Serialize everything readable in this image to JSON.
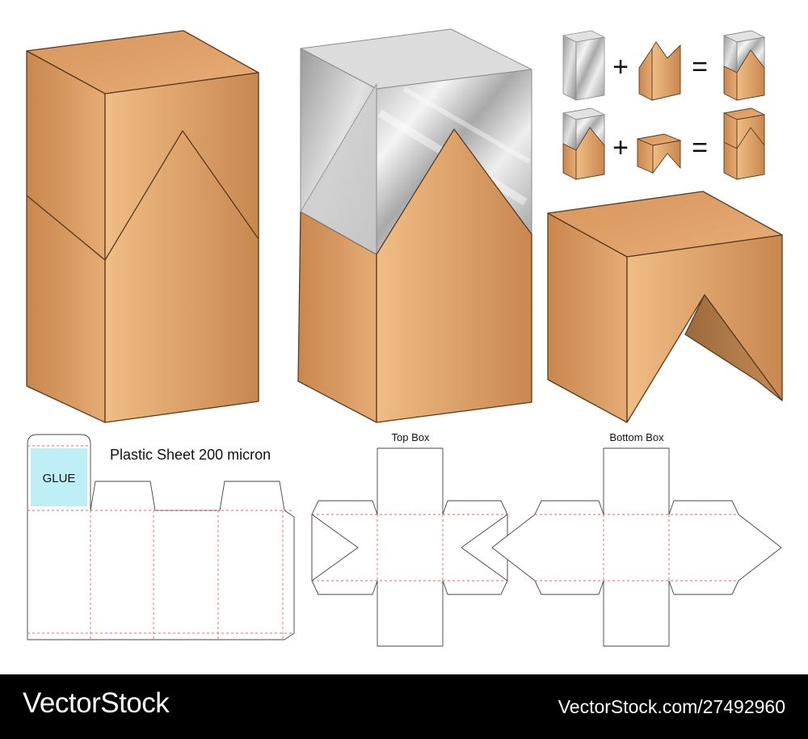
{
  "labels": {
    "plastic_sheet": "Plastic Sheet 200 micron",
    "glue": "GLUE",
    "top_box": "Top Box",
    "bottom_box": "Bottom Box"
  },
  "equation": {
    "row1": {
      "plus": "+",
      "equals": "="
    },
    "row2": {
      "plus": "+",
      "equals": "="
    }
  },
  "footer": {
    "brand": "VectorStock",
    "stock_id": "VectorStock.com/27492960"
  },
  "colors": {
    "kraft": "#e4a36c",
    "kraft_dark": "#c08048",
    "outline": "#5a3a1e",
    "glue_fill": "#bfeff6",
    "dash": "#e06565"
  }
}
